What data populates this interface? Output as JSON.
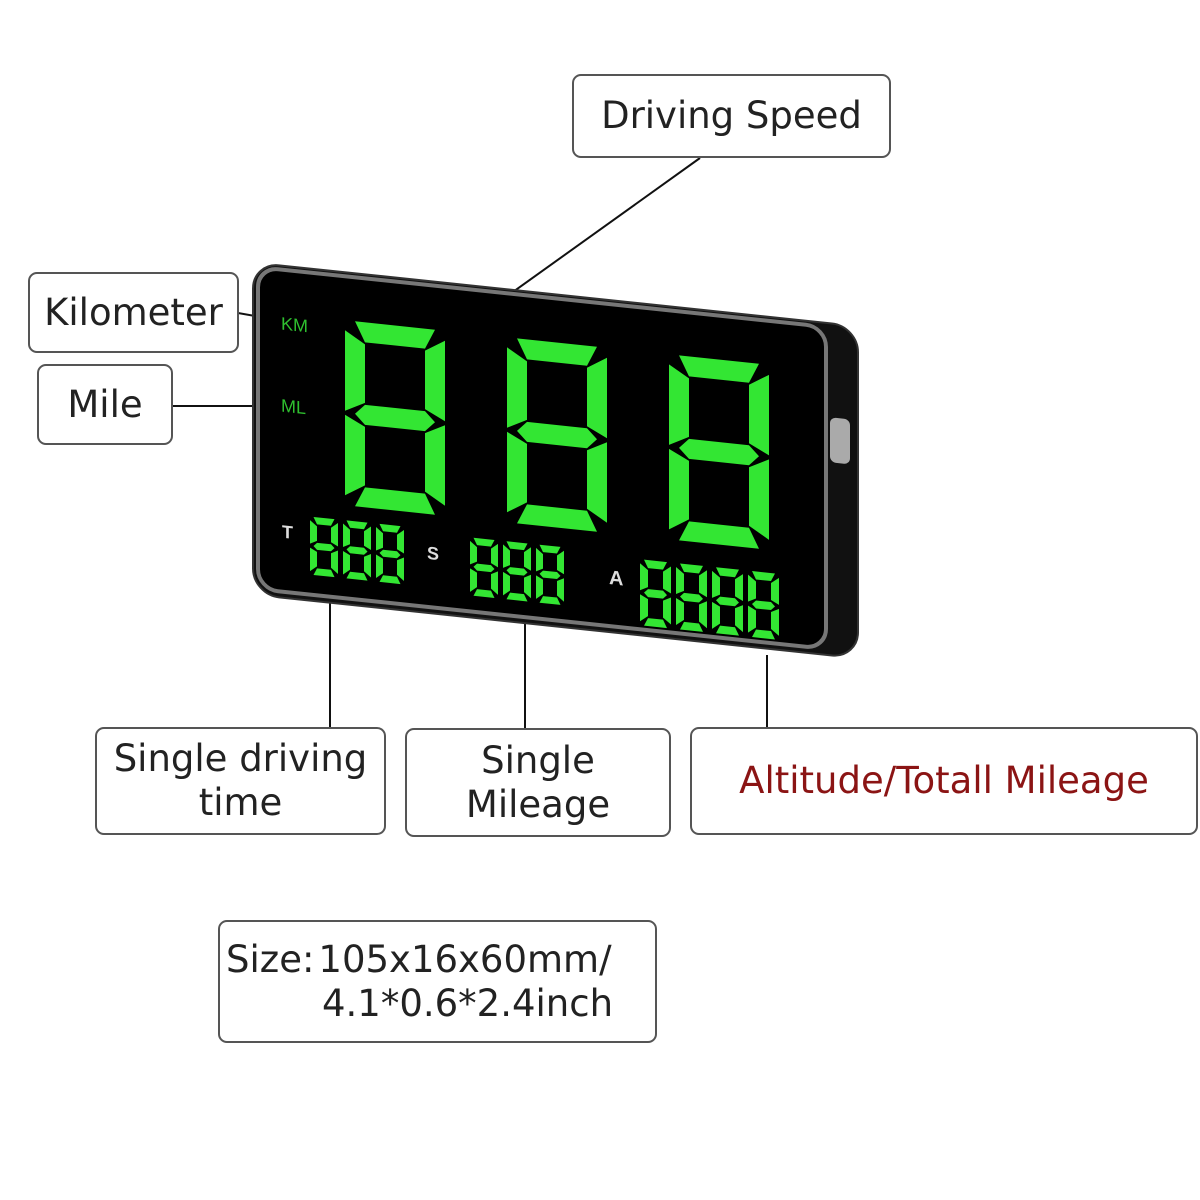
{
  "callouts": {
    "driving_speed": "Driving Speed",
    "kilometer": "Kilometer",
    "mile": "Mile",
    "single_driving_time_1": "Single driving",
    "single_driving_time_2": "time",
    "single_mileage_1": "Single",
    "single_mileage_2": "Mileage",
    "altitude": "Altitude/Totall Mileage"
  },
  "size": {
    "label": "Size:",
    "metric": "105x16x60mm/",
    "imperial": "4.1*0.6*2.4inch"
  },
  "device": {
    "unit_km": "KM",
    "unit_ml": "ML",
    "label_t": "T",
    "label_s": "S",
    "label_a": "A",
    "speed_digits": "888",
    "time_digits": "888",
    "mileage_digits": "888",
    "altitude_digits": "8888"
  },
  "colors": {
    "segment": "#33e633",
    "body": "#0a0a0a",
    "altitude_text": "#8b1414"
  }
}
